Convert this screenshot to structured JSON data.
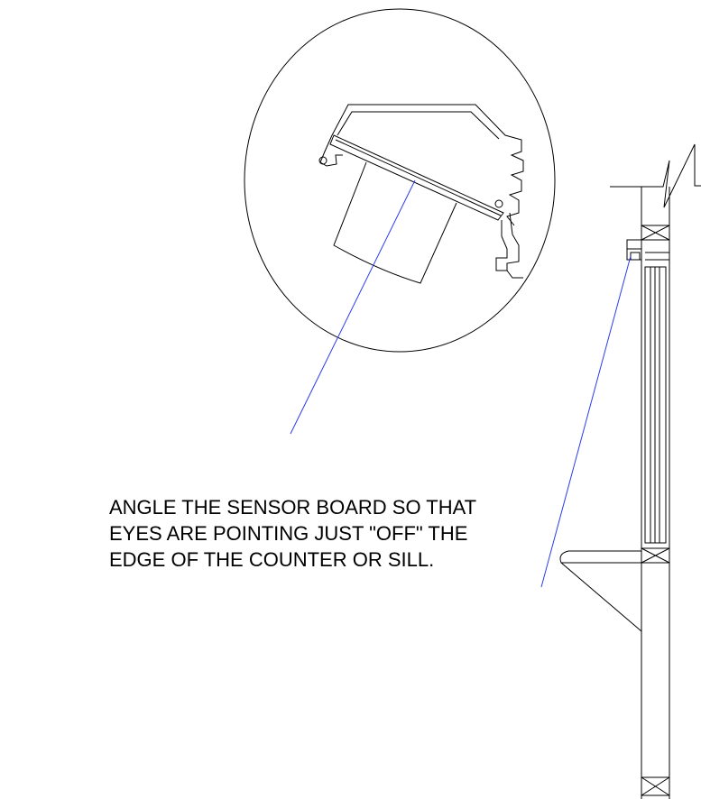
{
  "note": {
    "lines": [
      " ANGLE THE SENSOR BOARD SO THAT",
      "EYES ARE POINTING JUST \"OFF\" THE",
      "EDGE OF THE COUNTER OR SILL."
    ]
  },
  "colors": {
    "linework": "#000000",
    "leader": "#2a3cf0",
    "background": "#ffffff"
  }
}
